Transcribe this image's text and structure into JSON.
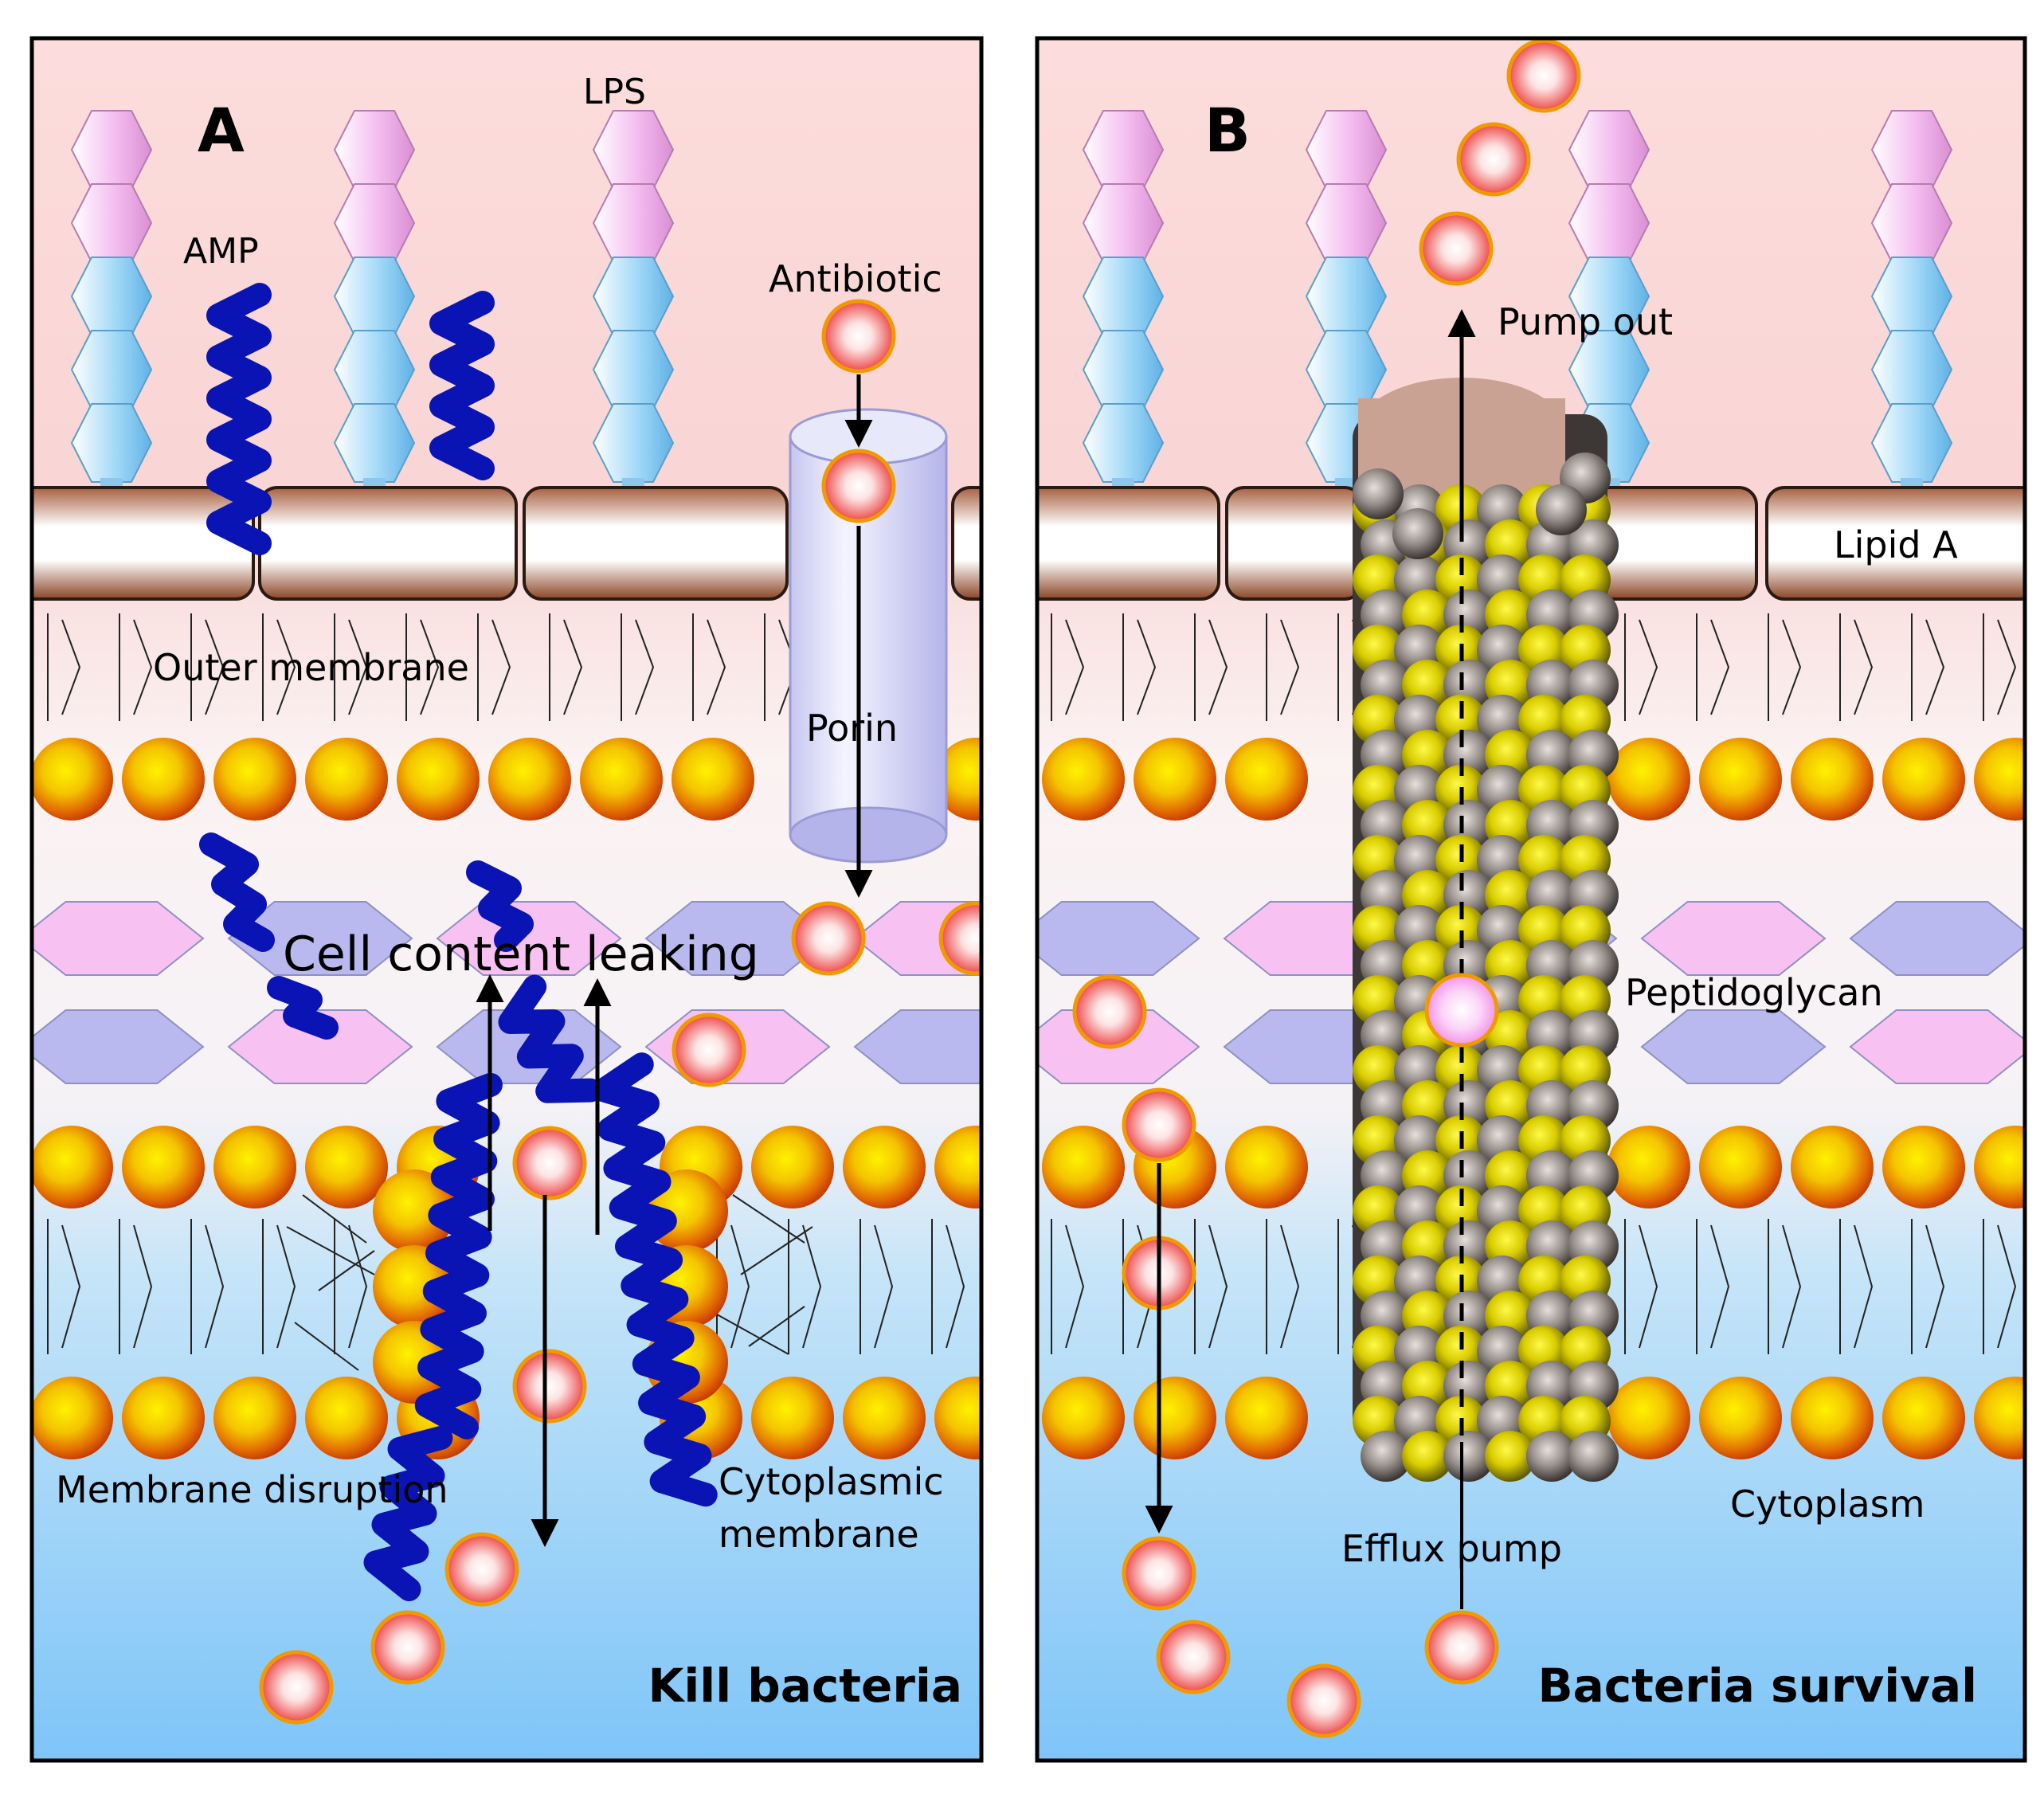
{
  "panel_a": {
    "letter": "A",
    "labels": {
      "lps": "LPS",
      "amp": "AMP",
      "antibiotic": "Antibiotic",
      "outer_membrane": "Outer membrane",
      "porin": "Porin",
      "cell_content_leaking": "Cell content leaking",
      "membrane_disruption": "Membrane disruption",
      "cytoplasmic_membrane_1": "Cytoplasmic",
      "cytoplasmic_membrane_2": "membrane"
    },
    "outcome": "Kill bacteria"
  },
  "panel_b": {
    "letter": "B",
    "labels": {
      "pump_out": "Pump out",
      "lipid_a": "Lipid A",
      "peptidoglycan": "Peptidoglycan",
      "cytoplasm": "Cytoplasm",
      "efflux_pump": "Efflux pump"
    },
    "outcome": "Bacteria survival"
  },
  "colors": {
    "periplasm_top": "#fbd7d7",
    "cytoplasm_bottom": "#82c8f8",
    "amp": "#0a14b4",
    "head_yellow": "#f7e600",
    "head_orange": "#d94a00",
    "pump_gray": "#7a7470",
    "pump_top": "#caa294",
    "porin": "#c9c9f2",
    "lps_pink": "#f2b8ee",
    "lps_blue": "#9fd6f7",
    "pg_lavender": "#b9b9f0",
    "pg_pink": "#f7c2f2"
  }
}
